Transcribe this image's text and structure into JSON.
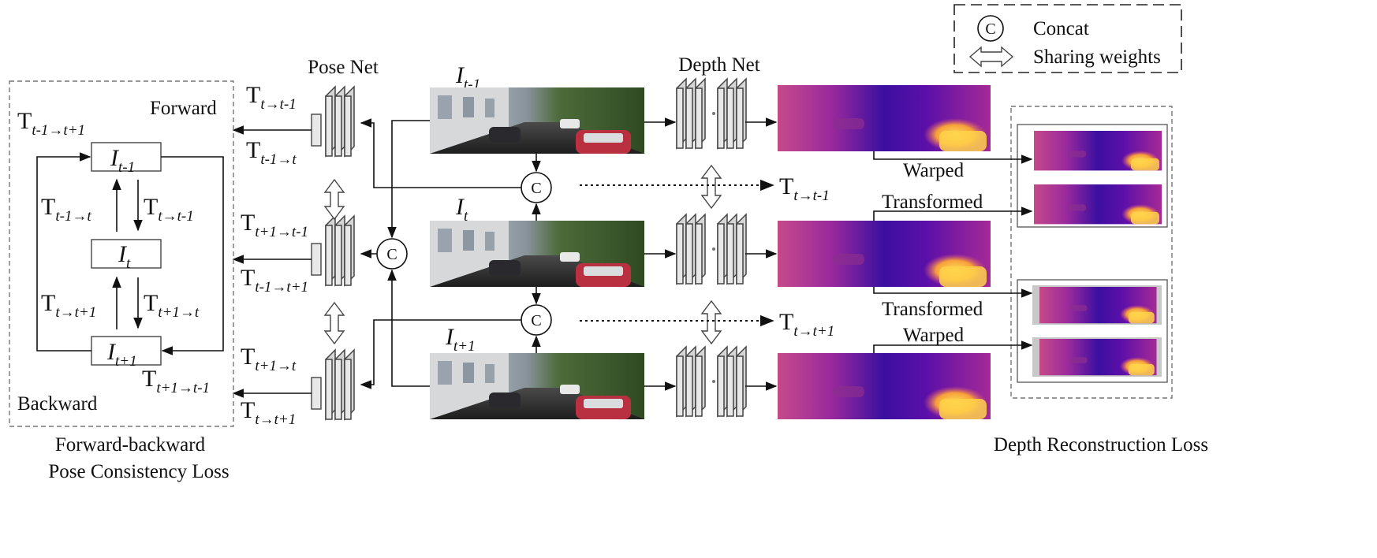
{
  "legend": {
    "concat_symbol": "C",
    "concat_label": "Concat",
    "sharing_label": "Sharing weights"
  },
  "nets": {
    "pose_net": "Pose Net",
    "depth_net": "Depth Net"
  },
  "frames": {
    "prev": {
      "main": "I",
      "sub": "t-1"
    },
    "curr": {
      "main": "I",
      "sub": "t"
    },
    "next": {
      "main": "I",
      "sub": "t+1"
    }
  },
  "concat_nodes": [
    "C",
    "C",
    "C"
  ],
  "poses": {
    "top_a": {
      "main": "T",
      "sub": "t→t-1"
    },
    "top_b": {
      "main": "T",
      "sub": "t-1→t"
    },
    "mid_a": {
      "main": "T",
      "sub": "t+1→t-1"
    },
    "mid_b": {
      "main": "T",
      "sub": "t-1→t+1"
    },
    "bot_a": {
      "main": "T",
      "sub": "t+1→t"
    },
    "bot_b": {
      "main": "T",
      "sub": "t→t+1"
    },
    "out_a": {
      "main": "T",
      "sub": "t→t-1"
    },
    "out_b": {
      "main": "T",
      "sub": "t→t+1"
    }
  },
  "consistency_box": {
    "forward": "Forward",
    "backward": "Backward",
    "top_left": {
      "main": "T",
      "sub": "t-1→t+1"
    },
    "bottom_right": {
      "main": "T",
      "sub": "t+1→t-1"
    },
    "up1": {
      "main": "T",
      "sub": "t-1→t"
    },
    "down1": {
      "main": "T",
      "sub": "t→t-1"
    },
    "up2": {
      "main": "T",
      "sub": "t→t+1"
    },
    "down2": {
      "main": "T",
      "sub": "t+1→t"
    },
    "node_top": {
      "main": "I",
      "sub": "t-1"
    },
    "node_mid": {
      "main": "I",
      "sub": "t"
    },
    "node_bot": {
      "main": "I",
      "sub": "t+1"
    },
    "caption_line1": "Forward-backward",
    "caption_line2": "Pose Consistency Loss"
  },
  "reconstruction": {
    "warped_1": "Warped",
    "transformed_1": "Transformed",
    "transformed_2": "Transformed",
    "warped_2": "Warped",
    "caption": "Depth Reconstruction Loss"
  }
}
